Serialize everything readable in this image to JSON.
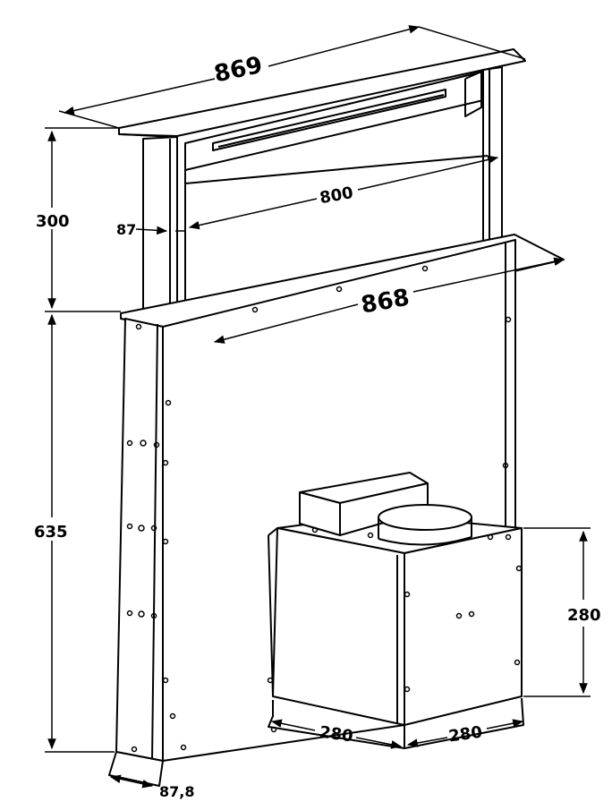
{
  "dimensions": {
    "top_width": "869",
    "tower_height": "300",
    "side_depth": "87",
    "inner_width": "800",
    "base_width": "868",
    "body_height": "635",
    "motor_height": "280",
    "motor_depth": "280",
    "motor_width": "280",
    "bottom_depth": "87,8"
  },
  "colors": {
    "line": "#000000",
    "background": "#ffffff"
  }
}
